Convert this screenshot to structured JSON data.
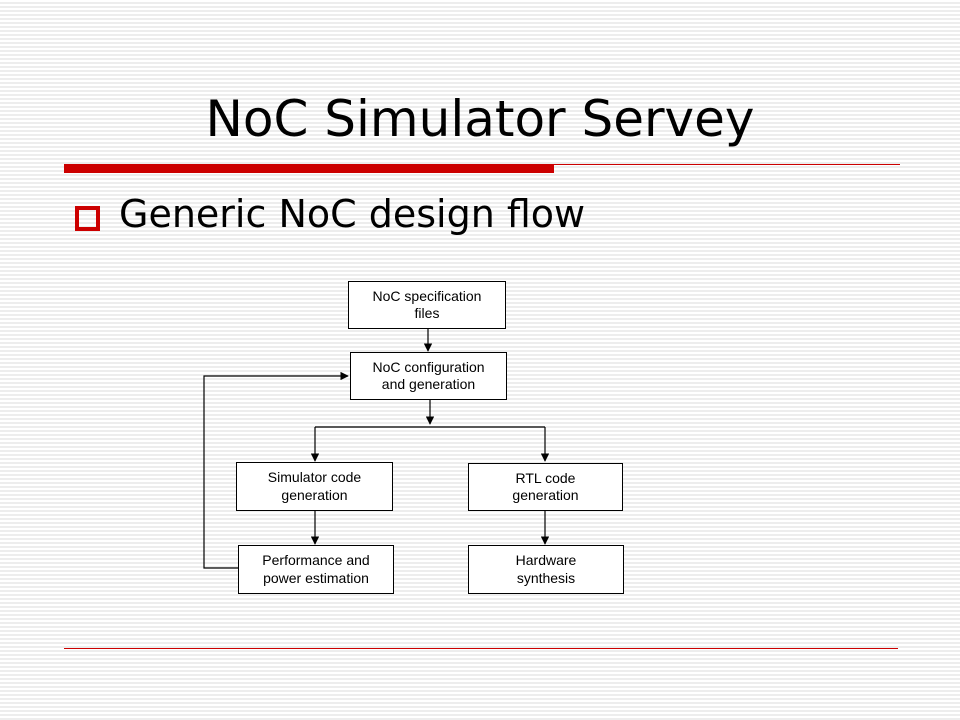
{
  "slide": {
    "title": "NoC Simulator Servey",
    "bullet": "Generic NoC design flow"
  },
  "colors": {
    "accent": "#cc0000",
    "stroke": "#000000"
  },
  "flow": {
    "nodes": {
      "spec": "NoC specification\nfiles",
      "config": "NoC configuration\nand generation",
      "sim_code": "Simulator code\ngeneration",
      "rtl_code": "RTL code\ngeneration",
      "perf": "Performance and\npower estimation",
      "hw": "Hardware\nsynthesis"
    }
  }
}
